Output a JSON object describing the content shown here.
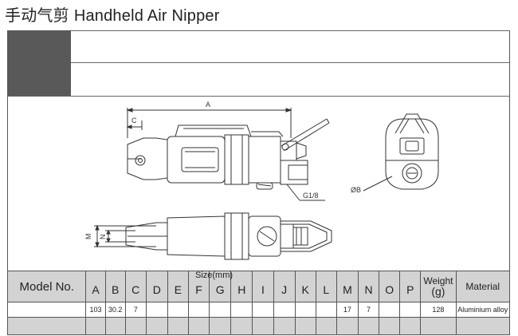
{
  "title": {
    "chinese": "手动气剪",
    "english": "Handheld Air Nipper"
  },
  "drawing": {
    "label_a": "A",
    "label_c": "C",
    "label_g": "G1/8",
    "label_b": "ØB",
    "label_m": "M",
    "label_n": "N"
  },
  "table": {
    "model_header": "Model No.",
    "size_header": "Size(mm)",
    "letters": [
      "A",
      "B",
      "C",
      "D",
      "E",
      "F",
      "G",
      "H",
      "I",
      "J",
      "K",
      "L",
      "M",
      "N",
      "O",
      "P"
    ],
    "weight_header": "Weight",
    "weight_unit": "(g)",
    "material_header": "Material",
    "row": {
      "model": "",
      "values": [
        "103",
        "30.2",
        "7",
        "",
        "",
        "",
        "",
        "",
        "",
        "",
        "",
        "",
        "17",
        "7",
        "",
        ""
      ],
      "weight": "128",
      "material": "Aluminium alloy"
    }
  }
}
